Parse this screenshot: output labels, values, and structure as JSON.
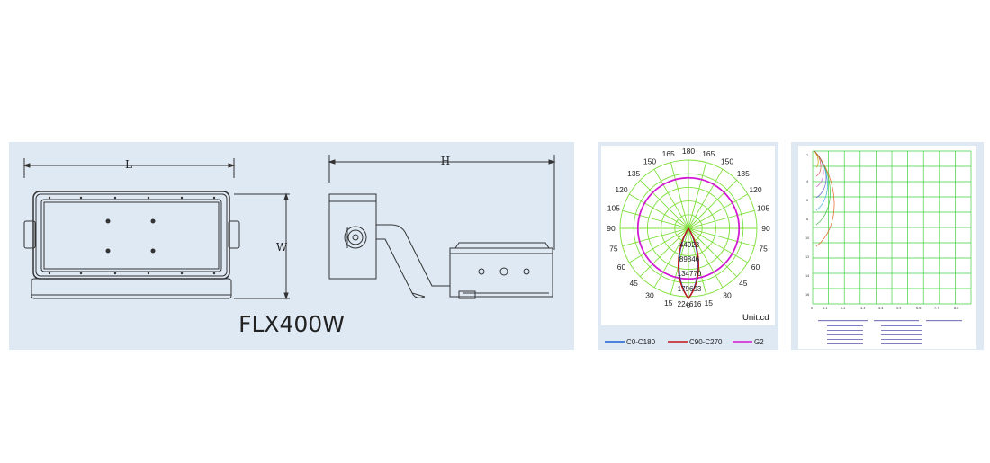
{
  "drawing": {
    "model": "FLX400W",
    "dim_length": "L",
    "dim_height": "H",
    "dim_width": "W"
  },
  "polar": {
    "angle_labels": [
      "180",
      "165",
      "150",
      "135",
      "120",
      "105",
      "90",
      "75",
      "60",
      "45",
      "30",
      "15",
      "0",
      "15",
      "30",
      "45",
      "60",
      "75",
      "90",
      "105",
      "120",
      "135",
      "150",
      "165"
    ],
    "value_labels": [
      "44923",
      "89846",
      "134770",
      "179693",
      "224616"
    ],
    "unit": "Unit:cd",
    "legend": [
      {
        "name": "C0-C180",
        "color": "#1f5fd6"
      },
      {
        "name": "C90-C270",
        "color": "#c01818"
      },
      {
        "name": "G2",
        "color": "#d21ad2"
      }
    ],
    "grid_color": "#7ee03a"
  },
  "isolux": {
    "grid_color": "#3fd23f",
    "curve_colors": [
      "#c8a000",
      "#e05050",
      "#d060d0",
      "#6060d0",
      "#40b0e0",
      "#40c040",
      "#e06020"
    ]
  }
}
